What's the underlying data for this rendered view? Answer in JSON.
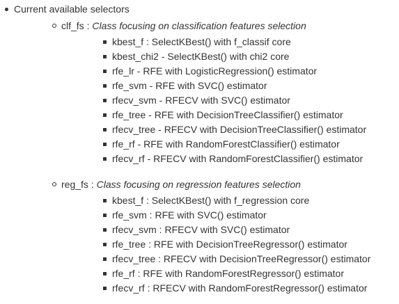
{
  "top_item": "Current available selectors",
  "groups": [
    {
      "name": "clf_fs",
      "separator": " : ",
      "description": "Class focusing on classification features selection",
      "items": [
        "kbest_f : SelectKBest() with f_classif core",
        "kbest_chi2 - SelectKBest() with chi2 core",
        "rfe_lr - RFE with LogisticRegression() estimator",
        "rfe_svm - RFE with SVC() estimator",
        "rfecv_svm - RFECV with SVC() estimator",
        "rfe_tree - RFE with DecisionTreeClassifier() estimator",
        "rfecv_tree - RFECV with DecisionTreeClassifier() estimator",
        "rfe_rf - RFE with RandomForestClassifier() estimator",
        "rfecv_rf - RFECV with RandomForestClassifier() estimator"
      ]
    },
    {
      "name": "reg_fs",
      "separator": " : ",
      "description": "Class focusing on regression features selection",
      "items": [
        "kbest_f : SelectKBest() with f_regression core",
        "rfe_svm : RFE with SVC() estimator",
        "rfecv_svm : RFECV with SVC() estimator",
        "rfe_tree : RFE with DecisionTreeRegressor() estimator",
        "rfecv_tree : RFECV with DecisionTreeRegressor() estimator",
        "rfe_rf : RFE with RandomForestRegressor() estimator",
        "rfecv_rf : RFECV with RandomForestRegressor() estimator"
      ]
    }
  ]
}
